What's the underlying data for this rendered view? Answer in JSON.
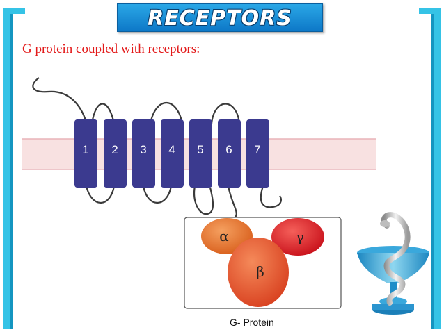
{
  "title": "RECEPTORS",
  "subtitle": "G protein coupled with receptors:",
  "helices": [
    "1",
    "2",
    "3",
    "4",
    "5",
    "6",
    "7"
  ],
  "g_protein": {
    "alpha": "α",
    "beta": "β",
    "gamma": "γ",
    "label": "G- Protein"
  },
  "colors": {
    "helix": "#3b3a8f",
    "membrane": "#f6dada",
    "membrane_line": "#e9b3b8",
    "alpha": "#e8742a",
    "beta": "#e5552d",
    "gamma": "#e8212a",
    "title_bg": "#1a90d8",
    "subtitle": "#e31a1a"
  },
  "icons": [
    "rod-of-asclepius-icon"
  ]
}
